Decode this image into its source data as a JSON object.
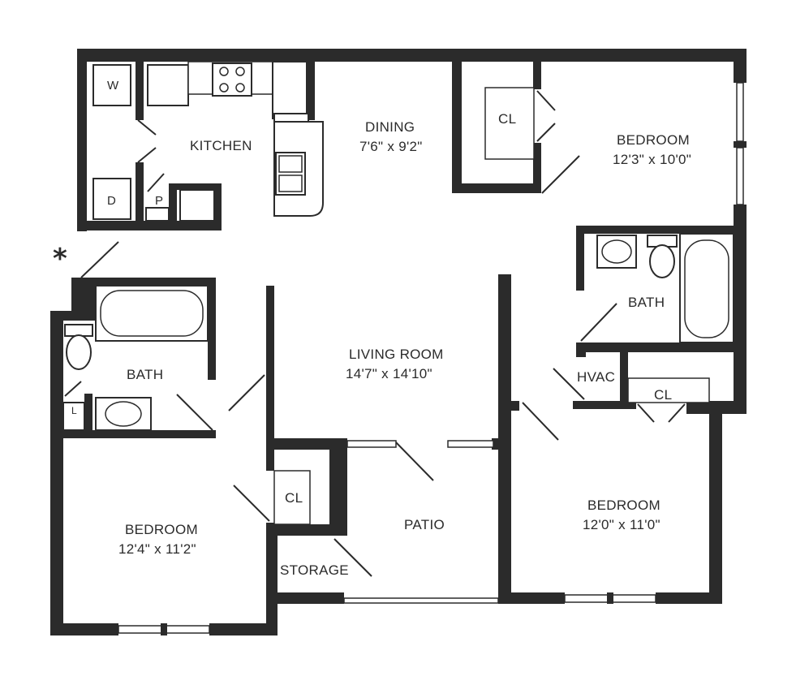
{
  "marker": "*",
  "rooms": {
    "kitchen": {
      "name": "KITCHEN"
    },
    "dining": {
      "name": "DINING",
      "size": "7'6\" x 9'2\""
    },
    "bedroom_ne": {
      "name": "BEDROOM",
      "size": "12'3\" x 10'0\""
    },
    "closet_ne": {
      "name": "CL"
    },
    "bath_e": {
      "name": "BATH"
    },
    "hvac": {
      "name": "HVAC"
    },
    "closet_se": {
      "name": "CL"
    },
    "living": {
      "name": "LIVING ROOM",
      "size": "14'7\" x 14'10\""
    },
    "bath_w": {
      "name": "BATH"
    },
    "bedroom_sw": {
      "name": "BEDROOM",
      "size": "12'4\" x 11'2\""
    },
    "closet_sw": {
      "name": "CL"
    },
    "patio": {
      "name": "PATIO"
    },
    "storage": {
      "name": "STORAGE"
    },
    "bedroom_se": {
      "name": "BEDROOM",
      "size": "12'0\" x 11'0\""
    }
  },
  "appliances": {
    "washer": "W",
    "dryer": "D",
    "pantry": "P",
    "linen": "L"
  }
}
